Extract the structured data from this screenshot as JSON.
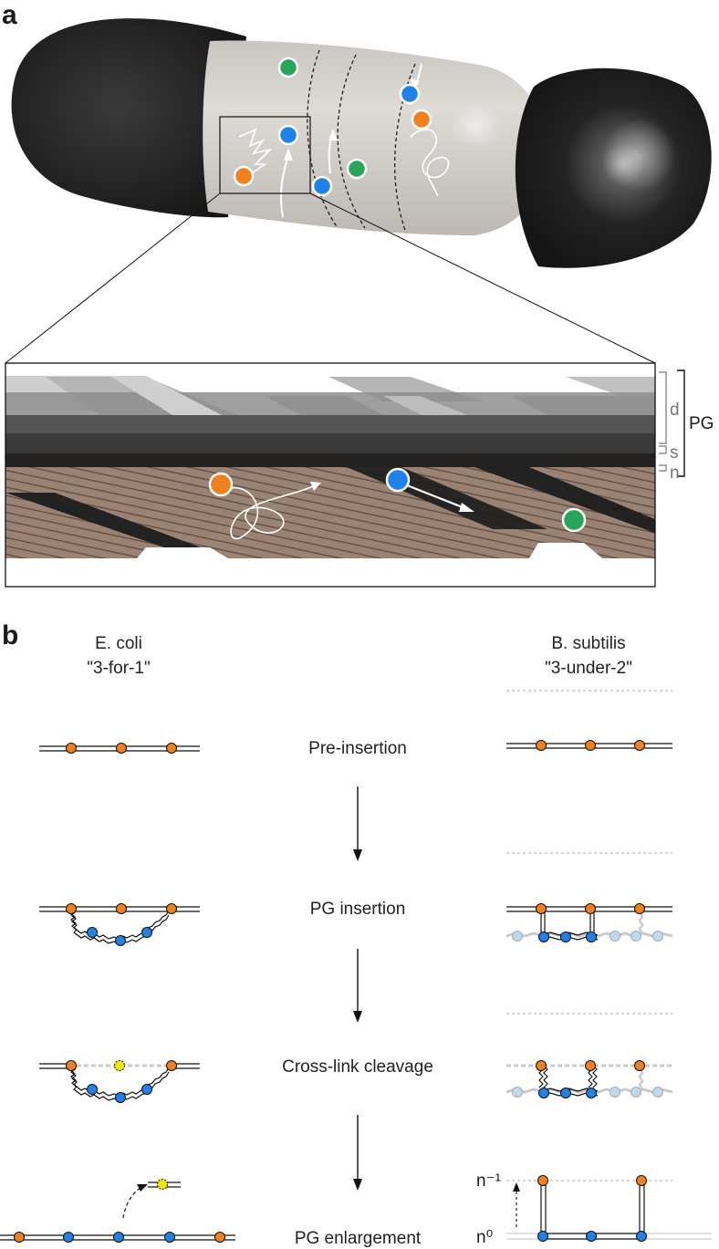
{
  "panel_a": {
    "label": "a",
    "side_labels": {
      "d": "d",
      "s": "s",
      "n": "n",
      "pg": "PG"
    }
  },
  "panel_b": {
    "label": "b",
    "left_title": "E. coli",
    "left_subtitle": "\"3-for-1\"",
    "right_title": "B. subtilis",
    "right_subtitle": "\"3-under-2\"",
    "steps": [
      "Pre-insertion",
      "PG insertion",
      "Cross-link cleavage",
      "PG enlargement"
    ],
    "axis_top": "n⁻¹",
    "axis_bottom": "n⁰"
  },
  "colors": {
    "orange": "#f07f1c",
    "blue": "#1f82e8",
    "green": "#27a55a",
    "yellow": "#f5e400",
    "cap": "#1d1d1d",
    "cylinder": "#d8d4d0",
    "glycan": "#8b7566"
  }
}
